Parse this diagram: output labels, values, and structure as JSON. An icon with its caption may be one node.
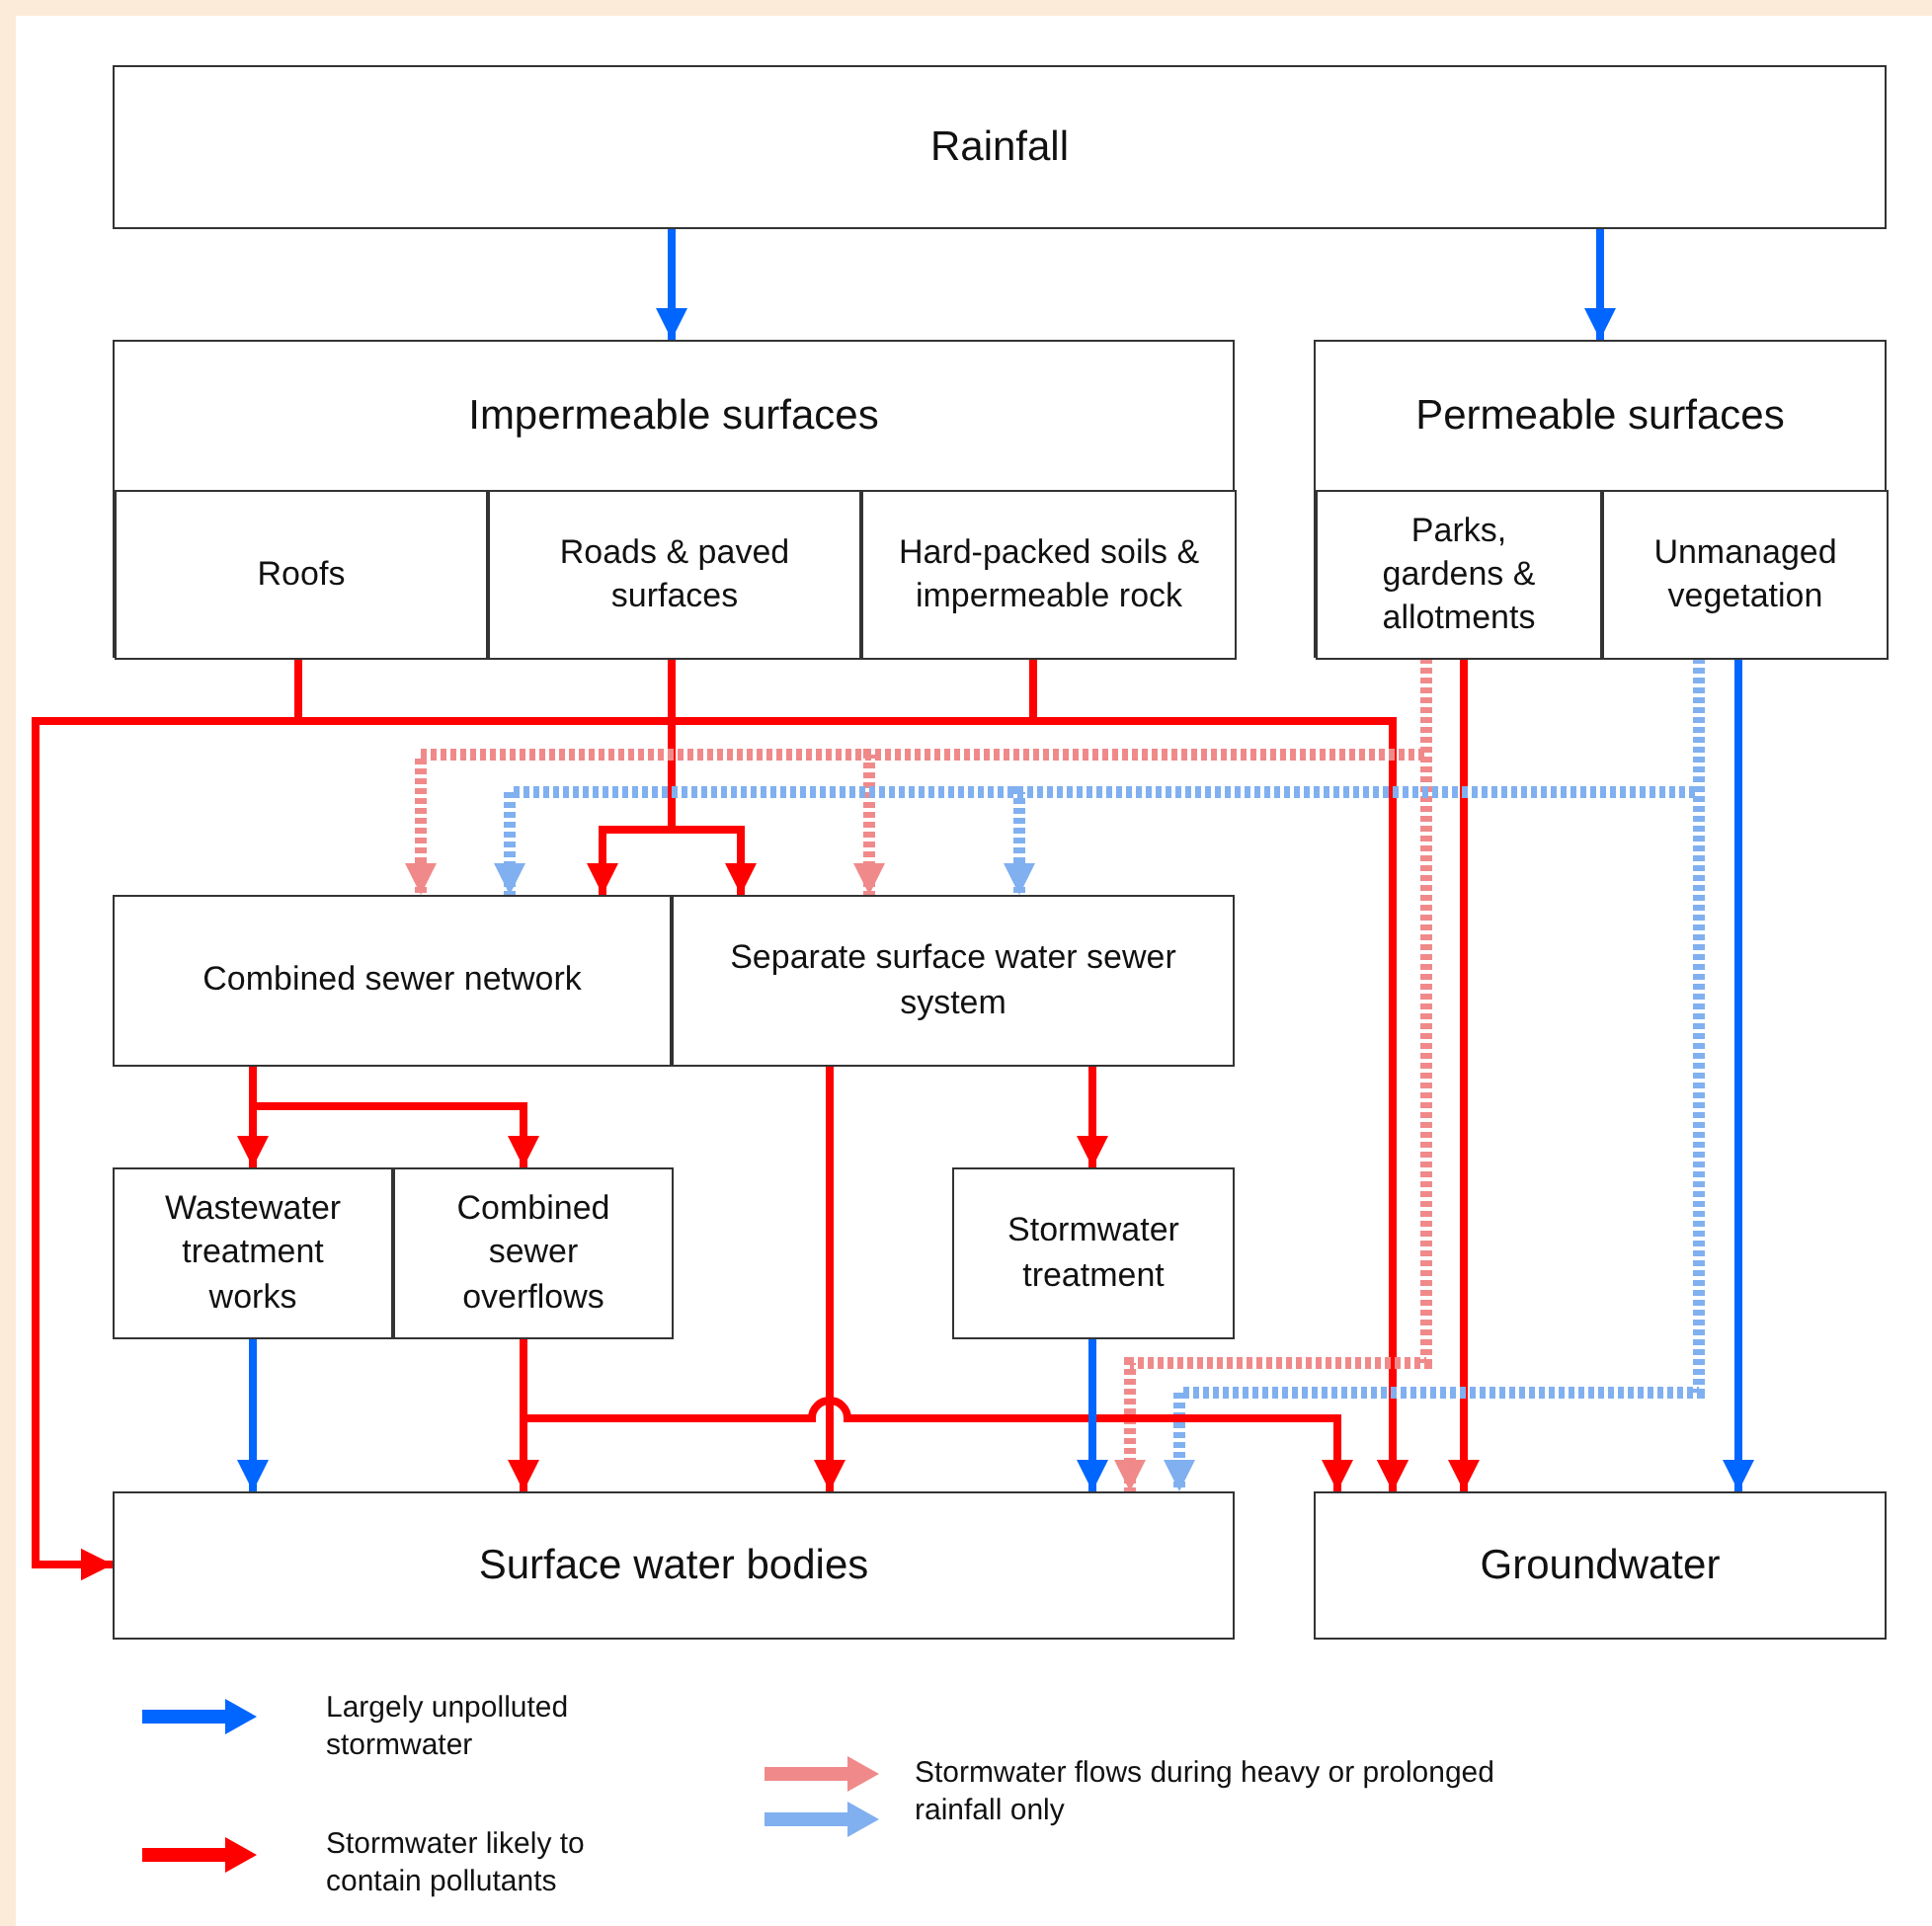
{
  "diagram": {
    "nodes": [
      {
        "text": [
          "Rainfall"
        ]
      },
      {
        "text": [
          "Impermeable surfaces"
        ]
      },
      {
        "text": [
          "Roofs"
        ],
        "in": 1
      },
      {
        "text": [
          "Roads & paved surfaces"
        ],
        "in": 1
      },
      {
        "text": [
          "Hard-packed soils & impermeable rock"
        ],
        "in": 1
      },
      {
        "text": [
          "Permeable surfaces"
        ]
      },
      {
        "text": [
          "Parks, gardens & allotments"
        ],
        "in": 5
      },
      {
        "text": [
          "Unmanaged vegetation"
        ],
        "in": 5
      },
      {
        "text": [
          "Combined sewer network"
        ]
      },
      {
        "text": [
          "Separate surface water sewer system"
        ]
      },
      {
        "text": [
          "Wastewater treatment works"
        ]
      },
      {
        "text": [
          "Combined sewer overflows"
        ]
      },
      {
        "text": [
          "Stormwater treatment"
        ]
      },
      {
        "text": [
          "Surface water bodies"
        ]
      },
      {
        "text": [
          "Groundwater"
        ]
      }
    ],
    "edges": [
      {
        "from": 0,
        "to": 1,
        "arrow": "to",
        "color": "#0066ff"
      },
      {
        "from": 0,
        "to": 5,
        "arrow": "to",
        "color": "#0066ff"
      },
      {
        "from": 2,
        "to": 13,
        "arrow": "to"
      },
      {
        "from": 4,
        "to": 13,
        "arrow": "to"
      },
      {
        "from": 2,
        "to": 14,
        "arrow": "to"
      },
      {
        "from": 4,
        "to": 14,
        "arrow": "to"
      },
      {
        "from": 3,
        "to": 8,
        "arrow": "to"
      },
      {
        "from": 3,
        "to": 9,
        "arrow": "to"
      },
      {
        "from": 6,
        "to": 8,
        "arrow": "to",
        "style": "dashed",
        "color": "#f08a8a"
      },
      {
        "from": 6,
        "to": 9,
        "arrow": "to",
        "style": "dashed",
        "color": "#f08a8a"
      },
      {
        "from": 6,
        "to": 13,
        "arrow": "to",
        "style": "dashed",
        "color": "#f08a8a"
      },
      {
        "from": 6,
        "to": 14,
        "arrow": "to"
      },
      {
        "from": 7,
        "to": 8,
        "arrow": "to",
        "style": "dashed",
        "color": "#80b0f0"
      },
      {
        "from": 7,
        "to": 9,
        "arrow": "to",
        "style": "dashed",
        "color": "#80b0f0"
      },
      {
        "from": 7,
        "to": 13,
        "arrow": "to",
        "style": "dashed",
        "color": "#80b0f0"
      },
      {
        "from": 7,
        "to": 14,
        "arrow": "to",
        "color": "#0066ff"
      },
      {
        "from": 8,
        "to": 10,
        "arrow": "to"
      },
      {
        "from": 8,
        "to": 11,
        "arrow": "to"
      },
      {
        "from": 9,
        "to": 13,
        "arrow": "to"
      },
      {
        "from": 9,
        "to": 12,
        "arrow": "to"
      },
      {
        "from": 10,
        "to": 13,
        "arrow": "to",
        "color": "#0066ff"
      },
      {
        "from": 11,
        "to": 13,
        "arrow": "to"
      },
      {
        "from": 11,
        "to": 14,
        "arrow": "to"
      },
      {
        "from": 12,
        "to": 13,
        "arrow": "to",
        "color": "#0066ff"
      }
    ],
    "legend": [
      {
        "text": "Largely unpolluted stormwater"
      },
      {
        "text": "Stormwater likely to contain pollutants"
      },
      {
        "text": "Stormwater flows during heavy or prolonged rainfall only"
      }
    ]
  }
}
